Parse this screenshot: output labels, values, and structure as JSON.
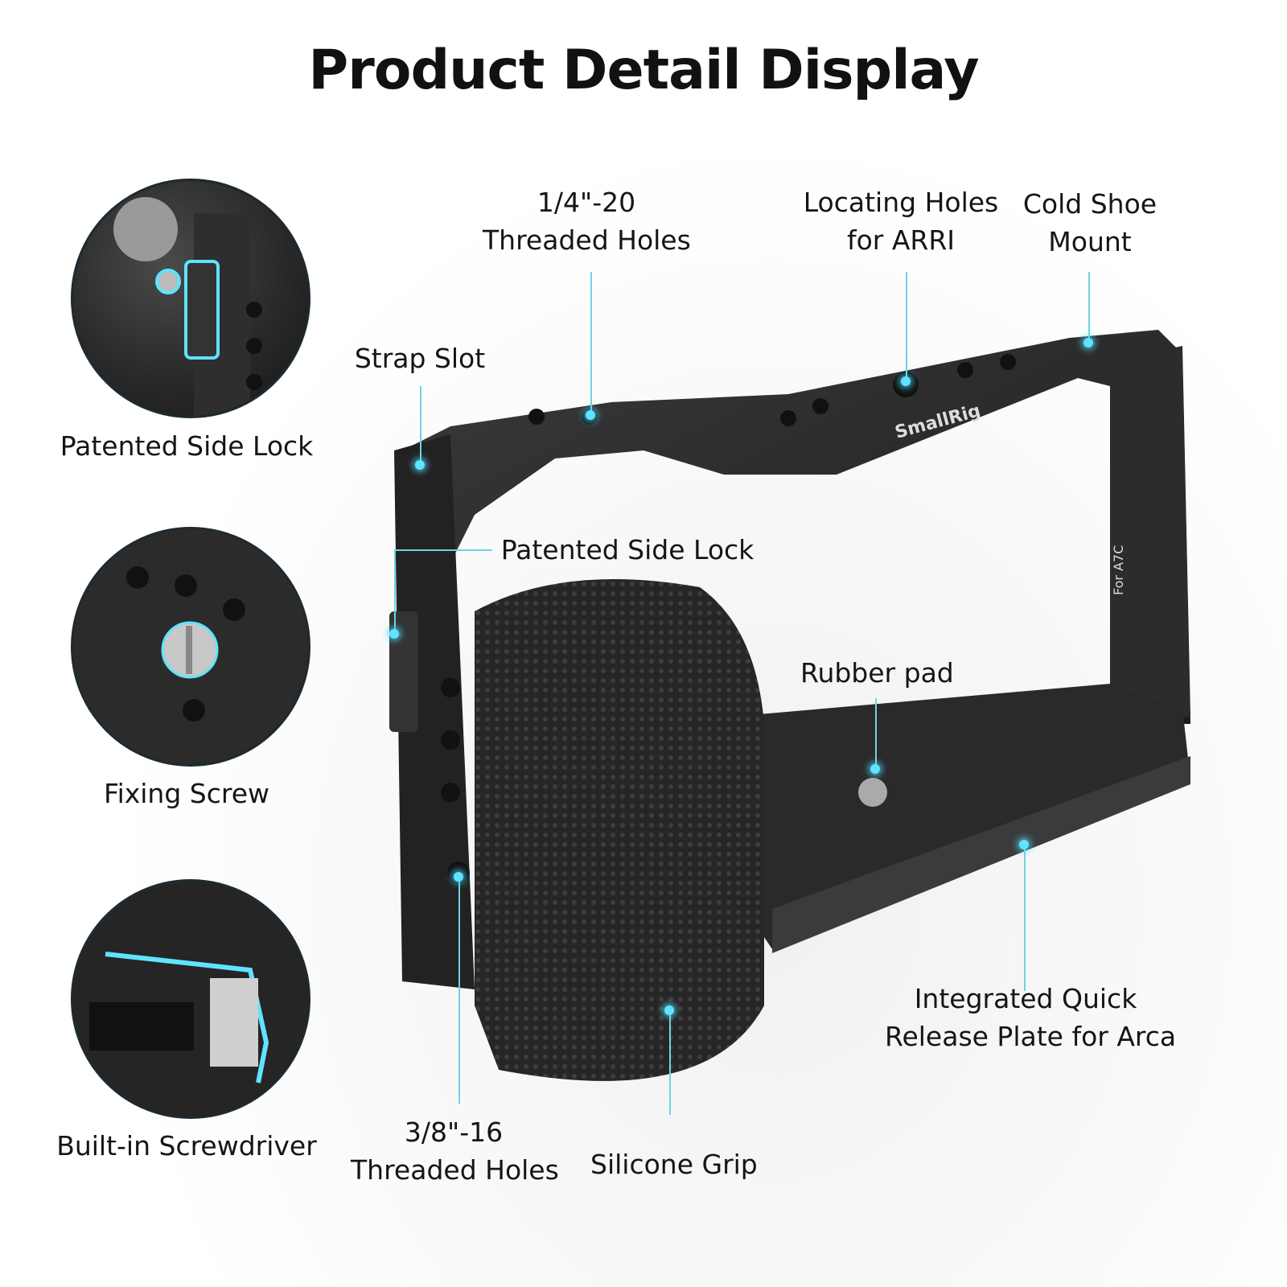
{
  "title": "Product Detail Display",
  "brand_logo_text": "SmallRig",
  "model_engraving": "For A7C",
  "accent_color": "#5fe3ff",
  "detail_insets": [
    {
      "label": "Patented Side Lock",
      "icon": "side-lock-closeup"
    },
    {
      "label": "Fixing Screw",
      "icon": "fixing-screw-closeup"
    },
    {
      "label": "Built-in Screwdriver",
      "icon": "screwdriver-closeup"
    }
  ],
  "callouts": {
    "threaded_quarter": {
      "line1": "1/4\"-20",
      "line2": "Threaded Holes"
    },
    "locating_arri": {
      "line1": "Locating Holes",
      "line2": "for ARRI"
    },
    "cold_shoe": {
      "line1": "Cold Shoe",
      "line2": "Mount"
    },
    "strap_slot": {
      "line1": "Strap Slot"
    },
    "side_lock": {
      "line1": "Patented Side Lock"
    },
    "rubber_pad": {
      "line1": "Rubber pad"
    },
    "quick_release": {
      "line1": "Integrated Quick",
      "line2": "Release Plate for Arca"
    },
    "threaded_three_eighths": {
      "line1": "3/8\"-16",
      "line2": "Threaded Holes"
    },
    "silicone_grip": {
      "line1": "Silicone Grip"
    }
  }
}
